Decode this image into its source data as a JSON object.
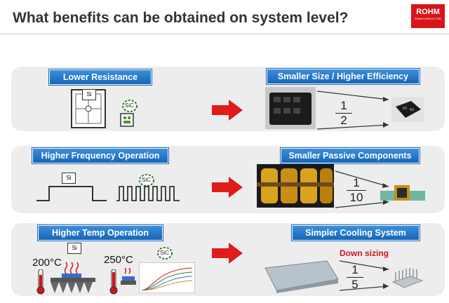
{
  "header": {
    "title": "What benefits can be obtained on system level?",
    "logo_text": "ROHM",
    "logo_subtext": "SEMICONDUCTOR"
  },
  "rows": [
    {
      "benefit": "Lower Resistance",
      "result": "Smaller Size / Higher Efficiency",
      "fraction": {
        "num": "1",
        "den": "2"
      }
    },
    {
      "benefit": "Higher Frequency Operation",
      "result": "Smaller Passive Components",
      "fraction": {
        "num": "1",
        "den": "10"
      }
    },
    {
      "benefit": "Higher Temp Operation",
      "result": "Simpler Cooling System",
      "fraction": {
        "num": "1",
        "den": "5"
      },
      "note": "Down sizing",
      "temp_si": "200°C",
      "temp_sic": "250°C"
    }
  ],
  "chip_labels": {
    "si": "Si",
    "sic": "SiC"
  },
  "colors": {
    "label_blue": "#1f74c9",
    "arrow_red": "#e01b1b",
    "panel_gray": "#ededed",
    "accent_red": "#d0141b"
  }
}
